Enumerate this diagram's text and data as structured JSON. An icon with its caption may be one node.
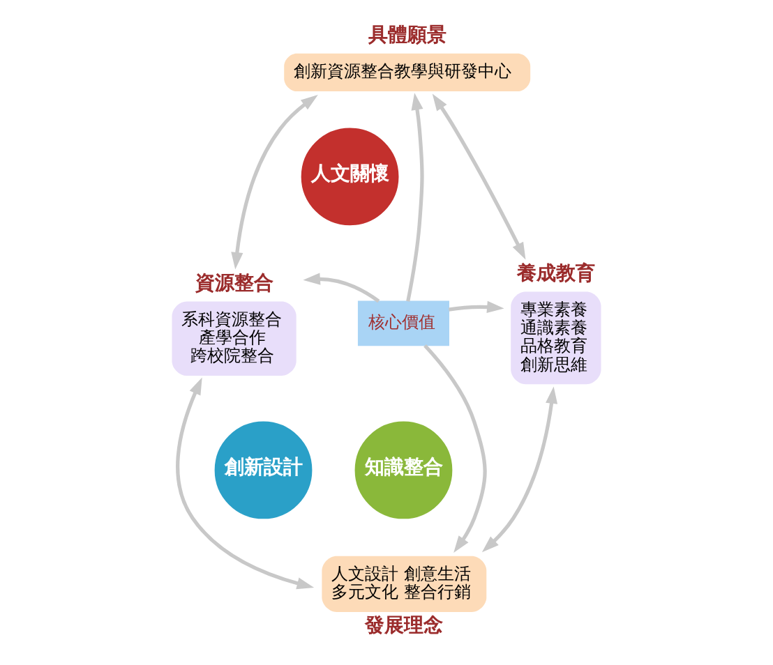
{
  "diagram": {
    "nodes": [
      {
        "text": [
          "具體願景",
          "創新資源整合教學與研發中心"
        ]
      },
      {
        "text": [
          "資源整合",
          "系科資源整合",
          "產學合作",
          "跨校院整合"
        ]
      },
      {
        "text": [
          "養成教育",
          "專業素養",
          "通識素養",
          "品格教育",
          "創新思維"
        ]
      },
      {
        "text": [
          "人文設計 創意生活",
          "多元文化 整合行銷",
          "發展理念"
        ]
      },
      {
        "text": [
          "人文關懷"
        ]
      },
      {
        "text": [
          "創新設計"
        ]
      },
      {
        "text": [
          "知識整合"
        ]
      },
      {
        "text": [
          "核心價值"
        ]
      }
    ],
    "edges": [
      {
        "from": 0,
        "to": 1,
        "arrow": "both"
      },
      {
        "from": 0,
        "to": 2,
        "arrow": "both"
      },
      {
        "from": 1,
        "to": 3,
        "arrow": "both"
      },
      {
        "from": 2,
        "to": 3,
        "arrow": "both"
      },
      {
        "from": 7,
        "to": 0,
        "arrow": "to"
      },
      {
        "from": 7,
        "to": 1,
        "arrow": "to"
      },
      {
        "from": 7,
        "to": 2,
        "arrow": "to"
      },
      {
        "from": 7,
        "to": 3,
        "arrow": "to"
      }
    ]
  }
}
